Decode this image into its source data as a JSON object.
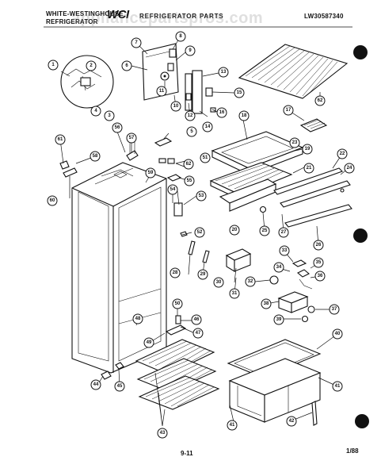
{
  "header": {
    "brand_line1": "WHITE-WESTINGHOUSE",
    "brand_line2": "REFRIGERATOR",
    "logo": "WCI",
    "title": "REFRIGERATOR PARTS",
    "model": "LW30587340"
  },
  "watermark": "appliancepartspros.com",
  "footer": {
    "page": "9-11",
    "date": "1/88"
  },
  "callouts": [
    "1",
    "2",
    "3",
    "4",
    "5",
    "6",
    "7",
    "8",
    "9",
    "10",
    "11",
    "12",
    "13",
    "14",
    "15",
    "16",
    "17",
    "18",
    "19",
    "20",
    "21",
    "22",
    "23",
    "24",
    "25",
    "26",
    "27",
    "28",
    "29",
    "30",
    "31",
    "32",
    "33",
    "34",
    "35",
    "36",
    "37",
    "38",
    "39",
    "40",
    "41",
    "42",
    "43",
    "44",
    "45",
    "46",
    "47",
    "48",
    "49",
    "50",
    "51",
    "52",
    "53",
    "54",
    "55",
    "56",
    "57",
    "58",
    "59",
    "60",
    "61",
    "62"
  ]
}
